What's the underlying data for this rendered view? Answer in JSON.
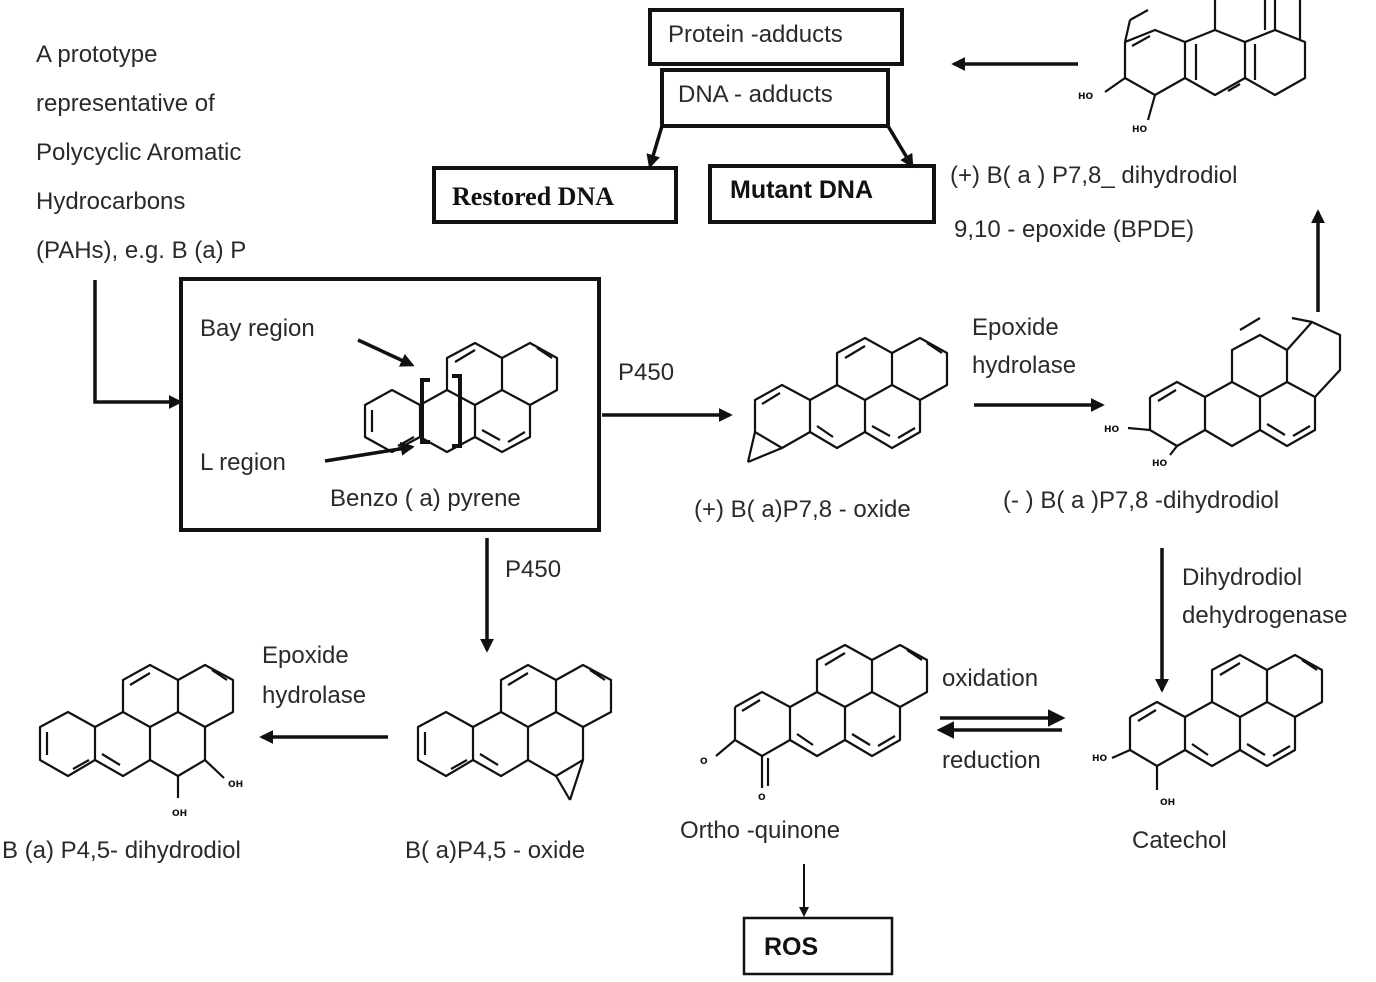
{
  "intro": {
    "line1": "A prototype",
    "line2": "representative  of",
    "line3": "Polycyclic Aromatic",
    "line4": "Hydrocarbons",
    "line5": "(PAHs), e.g. B (a) P"
  },
  "adducts": {
    "protein": "Protein   -adducts",
    "dna": "DNA   - adducts",
    "restored": "Restored DNA",
    "mutant": "Mutant DNA"
  },
  "bpde": {
    "line1": "(+) B(    a ) P7,8_ dihydrodiol",
    "line2": "9,10 -  epoxide (BPDE)"
  },
  "bap": {
    "bay": "Bay region",
    "lregion": "L region",
    "name": "Benzo (   a) pyrene"
  },
  "steps": {
    "p450_right": "P450",
    "p450_down": "P450",
    "epoxide_hydrolase_top_1": "Epoxide",
    "epoxide_hydrolase_top_2": "hydrolase",
    "epoxide_hydrolase_bottom_1": "Epoxide",
    "epoxide_hydrolase_bottom_2": "hydrolase",
    "dihydrodiol_dh_1": "Dihydrodiol",
    "dihydrodiol_dh_2": "dehydrogenase",
    "oxidation": "oxidation",
    "reduction": "reduction"
  },
  "compounds": {
    "oxide78": "(+) B(   a)P7,8  - oxide",
    "dihydrodiol78": "(- ) B(  a )P7,8  -dihydrodiol",
    "dihydrodiol45": "B (a) P4,5- dihydrodiol",
    "oxide45": "B( a)P4,5  - oxide",
    "quinone": "Ortho   -quinone",
    "catechol": "Catechol",
    "ros": "ROS"
  },
  "atom_labels": {
    "ho": "HO",
    "oh": "OH",
    "o": "O"
  }
}
